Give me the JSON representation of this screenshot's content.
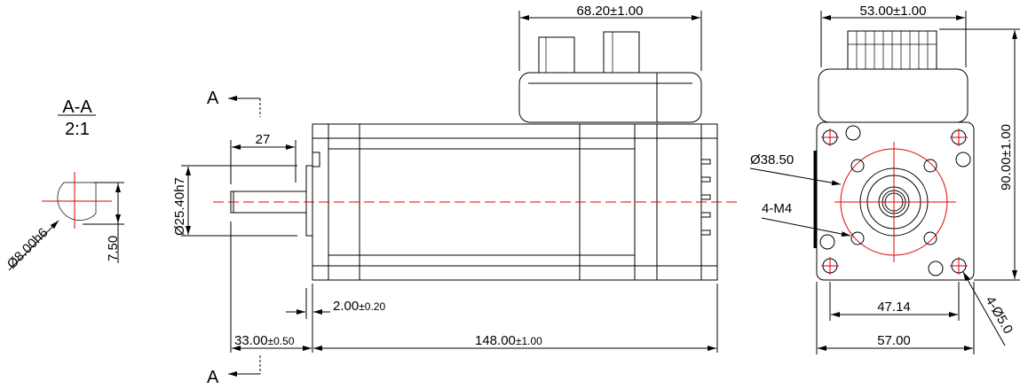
{
  "section": {
    "title": "A-A",
    "scale": "2:1",
    "flat_dim": "7.50",
    "diameter_dim": "Ø8.00h6"
  },
  "section_marks": {
    "top": "A",
    "bottom": "A"
  },
  "side_view": {
    "shaft_length_dim": "27",
    "pilot_diameter_dim": "Ø25.40h7",
    "driver_width_dim": "68.20±1.00",
    "pilot_height_dim": {
      "value": "2.00",
      "tol": "±0.20"
    },
    "shaft_total_dim": {
      "value": "33.00",
      "tol": "±0.50"
    },
    "body_length_dim": {
      "value": "148.00",
      "tol": "±1.00"
    }
  },
  "front_view": {
    "driver_width_dim": "53.00±1.00",
    "total_height_dim": "90.00±1.00",
    "bolt_circle_dim": "Ø38.50",
    "tapped_holes": "4-M4",
    "hole_spacing_dim": "47.14",
    "flange_width_dim": "57.00",
    "mount_holes": "4-Ø5.0"
  },
  "colors": {
    "outline": "#000000",
    "centerline": "#e00000"
  }
}
